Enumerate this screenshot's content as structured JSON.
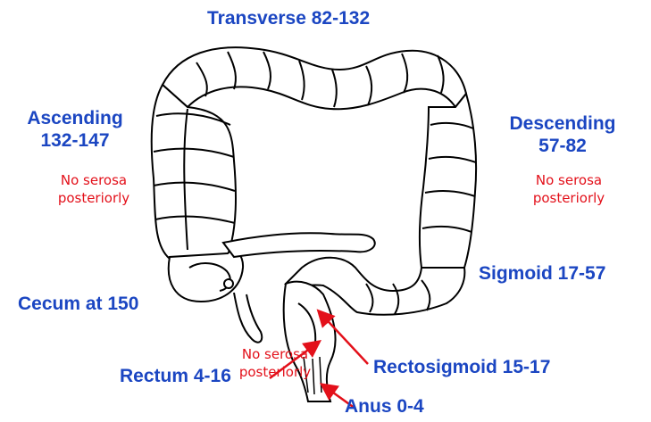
{
  "colors": {
    "label": "#1b46c2",
    "note": "#e3101a",
    "arrow": "#e3101a",
    "outline": "#000000"
  },
  "labels": {
    "transverse": "Transverse  82-132",
    "ascending_name": "Ascending",
    "ascending_range": "132-147",
    "descending_name": "Descending",
    "descending_range": "57-82",
    "sigmoid": "Sigmoid  17-57",
    "cecum": "Cecum at 150",
    "rectosigmoid": "Rectosigmoid  15-17",
    "rectum": "Rectum  4-16",
    "anus": "Anus  0-4"
  },
  "notes": {
    "ascending_line1": "No serosa",
    "ascending_line2": "posteriorly",
    "descending_line1": "No serosa",
    "descending_line2": "posteriorly",
    "rectum_line1": "No serosa",
    "rectum_line2": "posteriorly"
  }
}
